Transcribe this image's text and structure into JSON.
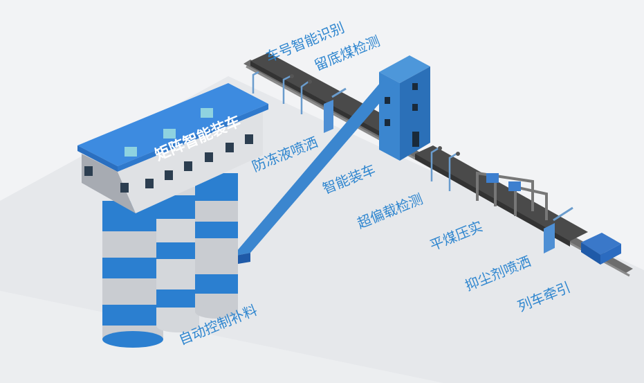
{
  "colors": {
    "background": "#f2f3f5",
    "ground": "#e6e8eb",
    "accent": "#2f86cf",
    "silo_blue": "#2b7fd0",
    "silo_gray": "#c9ccd1"
  },
  "building": {
    "roof_label": "矩阵智能装车"
  },
  "labels": {
    "car_number": "车号智能识别",
    "bottom_coal": "留底煤检测",
    "antifreeze": "防冻液喷洒",
    "smart_loading": "智能装车",
    "overload": "超偏载检测",
    "leveling": "平煤压实",
    "dust": "抑尘剂喷洒",
    "traction": "列车牵引",
    "auto_control": "自动控制补料"
  }
}
